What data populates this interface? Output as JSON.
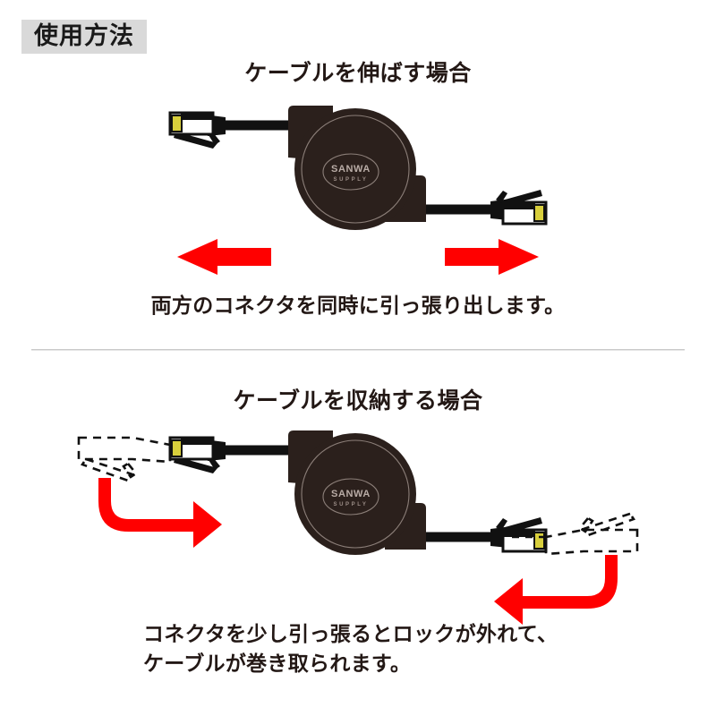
{
  "header": {
    "badge_label": "使用方法",
    "badge_bg": "#d9d9d9",
    "text_color": "#231815"
  },
  "divider": {
    "color": "#c9c9c9"
  },
  "palette": {
    "reel_body": "#2b201c",
    "reel_body_dark": "#1f1612",
    "reel_ring": "#8c7f79",
    "logo_text": "#b9aca6",
    "cable_black": "#111111",
    "connector_white": "#ffffff",
    "connector_outline": "#111111",
    "connector_tab_yellow": "#d8cf3c",
    "arrow_red": "#ff0000",
    "ghost_dash": "#111111",
    "background": "#ffffff"
  },
  "sections": [
    {
      "id": "extend",
      "title": "ケーブルを伸ばす場合",
      "caption_lines": [
        "両方のコネクタを同時に引っ張り出します。"
      ],
      "device": {
        "label": "cable-reel",
        "logo_line1": "SANWA",
        "logo_line2": "SUPPLY"
      },
      "connectors": [
        {
          "name": "left-rj45-connector",
          "orientation": "left",
          "tab_color": "#d8cf3c"
        },
        {
          "name": "right-rj45-connector",
          "orientation": "right",
          "tab_color": "#d8cf3c"
        }
      ],
      "arrows": [
        {
          "name": "arrow-pull-left",
          "shape": "straight",
          "direction": "left",
          "color": "#ff0000"
        },
        {
          "name": "arrow-pull-right",
          "shape": "straight",
          "direction": "right",
          "color": "#ff0000"
        }
      ],
      "ghosts": []
    },
    {
      "id": "retract",
      "title": "ケーブルを収納する場合",
      "caption_lines": [
        "コネクタを少し引っ張るとロックが外れて、",
        "ケーブルが巻き取られます。"
      ],
      "device": {
        "label": "cable-reel",
        "logo_line1": "SANWA",
        "logo_line2": "SUPPLY"
      },
      "connectors": [
        {
          "name": "left-rj45-connector",
          "orientation": "left",
          "tab_color": "#d8cf3c"
        },
        {
          "name": "right-rj45-connector",
          "orientation": "right",
          "tab_color": "#d8cf3c"
        }
      ],
      "arrows": [
        {
          "name": "arrow-hook-left",
          "shape": "hook",
          "direction": "right",
          "color": "#ff0000"
        },
        {
          "name": "arrow-hook-right",
          "shape": "hook",
          "direction": "left",
          "color": "#ff0000"
        }
      ],
      "ghosts": [
        {
          "name": "ghost-left-connector-outline",
          "style": "dashed"
        },
        {
          "name": "ghost-right-connector-outline",
          "style": "dashed"
        }
      ]
    }
  ]
}
